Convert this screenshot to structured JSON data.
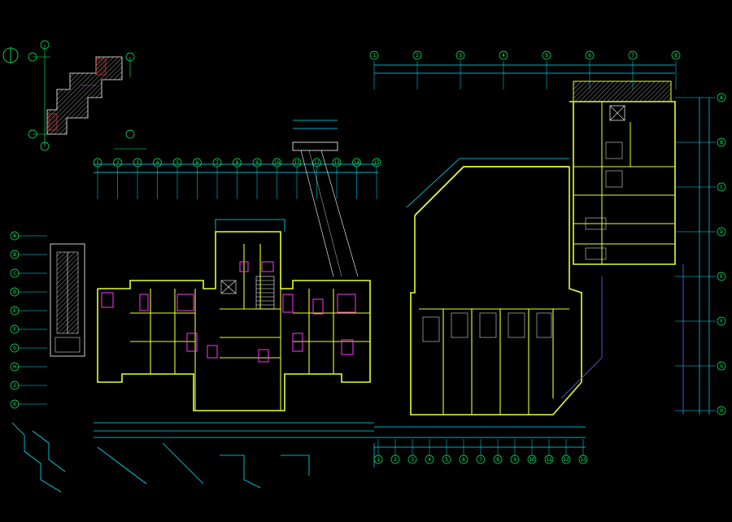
{
  "drawing": {
    "background": "#000000",
    "colors": {
      "wall": "#e6ff2a",
      "dimension": "#00e5ff",
      "axis": "#00ff66",
      "outline": "#5b6cff",
      "furniture": "#ff33ff",
      "text": "#ffffff",
      "hatch": "#ffffff",
      "door": "#ff2222"
    }
  },
  "left_block_axes": [
    "1",
    "2",
    "3",
    "4",
    "5",
    "6",
    "7",
    "8",
    "9",
    "10",
    "11",
    "12",
    "13",
    "14",
    "15"
  ],
  "right_block_axes": [
    "1",
    "2",
    "3",
    "4",
    "5",
    "6",
    "7",
    "8"
  ],
  "right_side_axes": [
    "A",
    "B",
    "C",
    "D",
    "E",
    "F",
    "G",
    "H"
  ],
  "left_side_axes": [
    "A",
    "B",
    "C",
    "D",
    "E",
    "F",
    "G",
    "H",
    "J",
    "K"
  ],
  "bottom_right_axes": [
    "1",
    "2",
    "3",
    "4",
    "5",
    "6",
    "7",
    "8",
    "9",
    "10",
    "11",
    "12",
    "13"
  ]
}
